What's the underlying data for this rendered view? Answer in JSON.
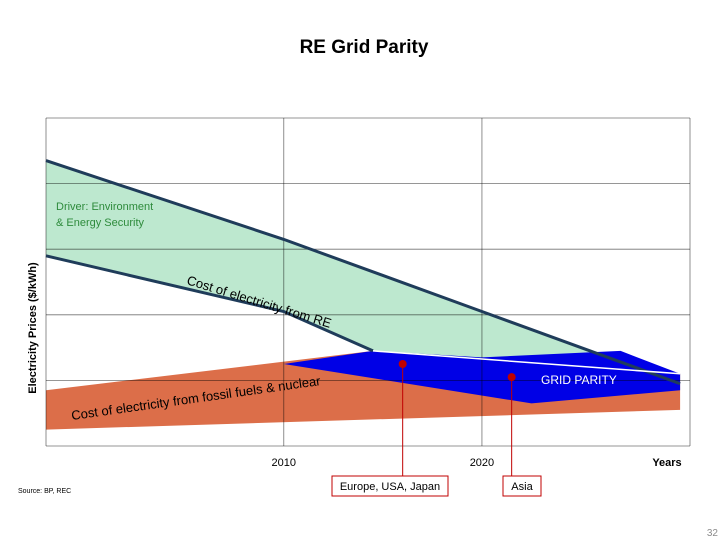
{
  "slide": {
    "title": "RE Grid Parity",
    "source": "Source: BP, REC",
    "page_number": "32"
  },
  "chart_data": {
    "type": "area",
    "title": "RE Grid Parity",
    "xlabel": "Years",
    "ylabel": "Electricity Prices ($/kWh)",
    "x_ticks": [
      "2010",
      "2020"
    ],
    "grid": true,
    "series": [
      {
        "name": "Cost of electricity from RE",
        "band": "green",
        "upper": [
          [
            1998,
            0.87
          ],
          [
            2010,
            0.63
          ],
          [
            2020,
            0.41
          ],
          [
            2030,
            0.19
          ]
        ],
        "lower": [
          [
            1998,
            0.58
          ],
          [
            2010,
            0.41
          ],
          [
            2014.5,
            0.29
          ]
        ]
      },
      {
        "name": "Cost of electricity from fossil fuels & nuclear",
        "band": "orange",
        "upper": [
          [
            1998,
            0.17
          ],
          [
            2014.5,
            0.29
          ],
          [
            2030,
            0.22
          ]
        ],
        "lower": [
          [
            1998,
            0.05
          ],
          [
            2030,
            0.11
          ]
        ]
      },
      {
        "name": "GRID PARITY",
        "band": "blue",
        "polygon": [
          [
            2014.5,
            0.29
          ],
          [
            2020,
            0.27
          ],
          [
            2027,
            0.29
          ],
          [
            2030,
            0.22
          ],
          [
            2030,
            0.17
          ],
          [
            2022.5,
            0.13
          ],
          [
            2010,
            0.25
          ]
        ]
      }
    ],
    "annotations": {
      "driver_line1": "Driver: Environment",
      "driver_line2": "& Energy Security",
      "re_label": "Cost of electricity from RE",
      "fossil_label": "Cost of electricity from fossil fuels & nuclear",
      "parity_label": "GRID PARITY",
      "callouts": [
        {
          "label": "Europe, USA, Japan",
          "x": 2016,
          "y": 0.25
        },
        {
          "label": "Asia",
          "x": 2021.5,
          "y": 0.21
        }
      ]
    },
    "colors": {
      "re_band": "#bde8cf",
      "re_line": "#1f3c5a",
      "fossil_band": "#dc6e49",
      "parity_band": "#0000e6",
      "callout_line": "#c00000",
      "grid": "#000000",
      "driver_text": "#2e8b3c"
    }
  }
}
